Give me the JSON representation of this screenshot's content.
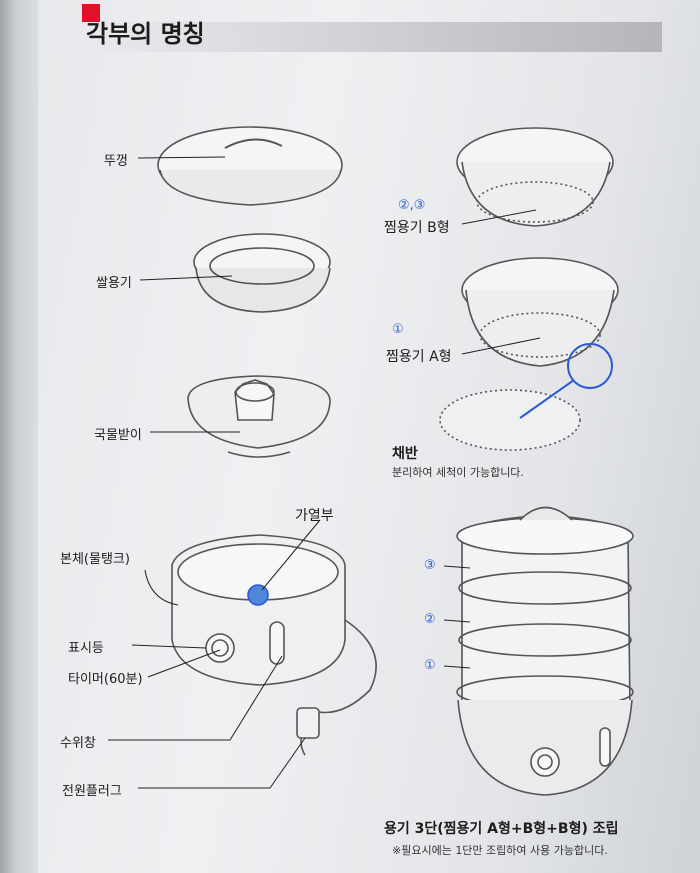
{
  "title": "각부의 명칭",
  "parts": {
    "lid": "뚜껑",
    "rice_bowl": "쌀용기",
    "drip_tray": "국물받이",
    "heating": "가열부",
    "body": "본체(물탱크)",
    "indicator": "표시등",
    "timer": "타이머(60분)",
    "water_window": "수위창",
    "plug": "전원플러그"
  },
  "steamer_b": {
    "index": "②,③",
    "label": "찜용기 B형"
  },
  "steamer_a": {
    "index": "①",
    "label": "찜용기 A형"
  },
  "tray": {
    "label": "채반",
    "note": "분리하여 세척이 가능합니다."
  },
  "stack_levels": [
    "③",
    "②",
    "①"
  ],
  "assembly": {
    "caption": "용기 3단(찜용기 A형+B형+B형) 조립",
    "note": "※필요시에는 1단만 조립하여 사용 가능합니다."
  },
  "colors": {
    "accent_red": "#e0112b",
    "callout_blue": "#2a5bd7"
  }
}
